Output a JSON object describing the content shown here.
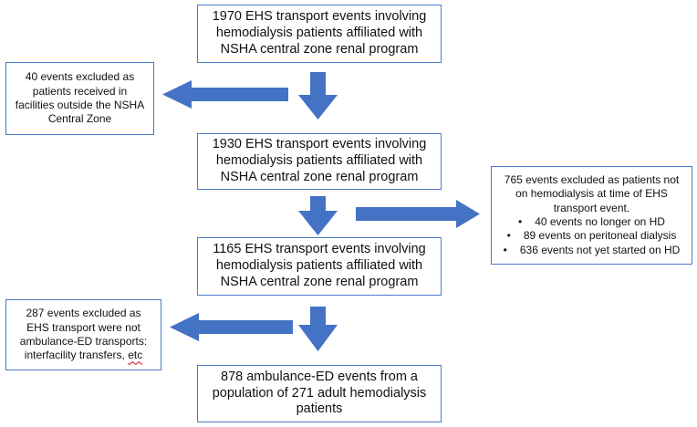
{
  "box1": {
    "lines": [
      "1970 EHS transport events involving",
      "hemodialysis patients affiliated with",
      "NSHA central zone renal program"
    ]
  },
  "exclusion1": {
    "lines": [
      "40 events excluded as",
      "patients received in",
      "facilities outside the NSHA",
      "Central Zone"
    ]
  },
  "box2": {
    "lines": [
      "1930 EHS transport events involving",
      "hemodialysis patients affiliated with",
      "NSHA central zone renal program"
    ]
  },
  "exclusion2": {
    "lines": [
      "765 events excluded as patients not",
      "on hemodialysis at time of EHS",
      "transport event."
    ],
    "bullets": [
      "40 events no longer on HD",
      "89 events on peritoneal dialysis",
      "636 events not yet started on HD"
    ]
  },
  "box3": {
    "lines": [
      "1165 EHS transport events involving",
      "hemodialysis patients affiliated with",
      "NSHA central zone renal program"
    ]
  },
  "exclusion3": {
    "lines": [
      "287 events excluded as",
      "EHS transport were not",
      "ambulance-ED transports:",
      "interfacility transfers,"
    ],
    "last_word": "etc"
  },
  "box4": {
    "lines": [
      "878 ambulance-ED events from a",
      "population of 271 adult hemodialysis",
      "patients"
    ]
  },
  "colors": {
    "border": "#4a7cc7",
    "arrow": "#4472c4",
    "spell_underline": "#d0021b"
  }
}
